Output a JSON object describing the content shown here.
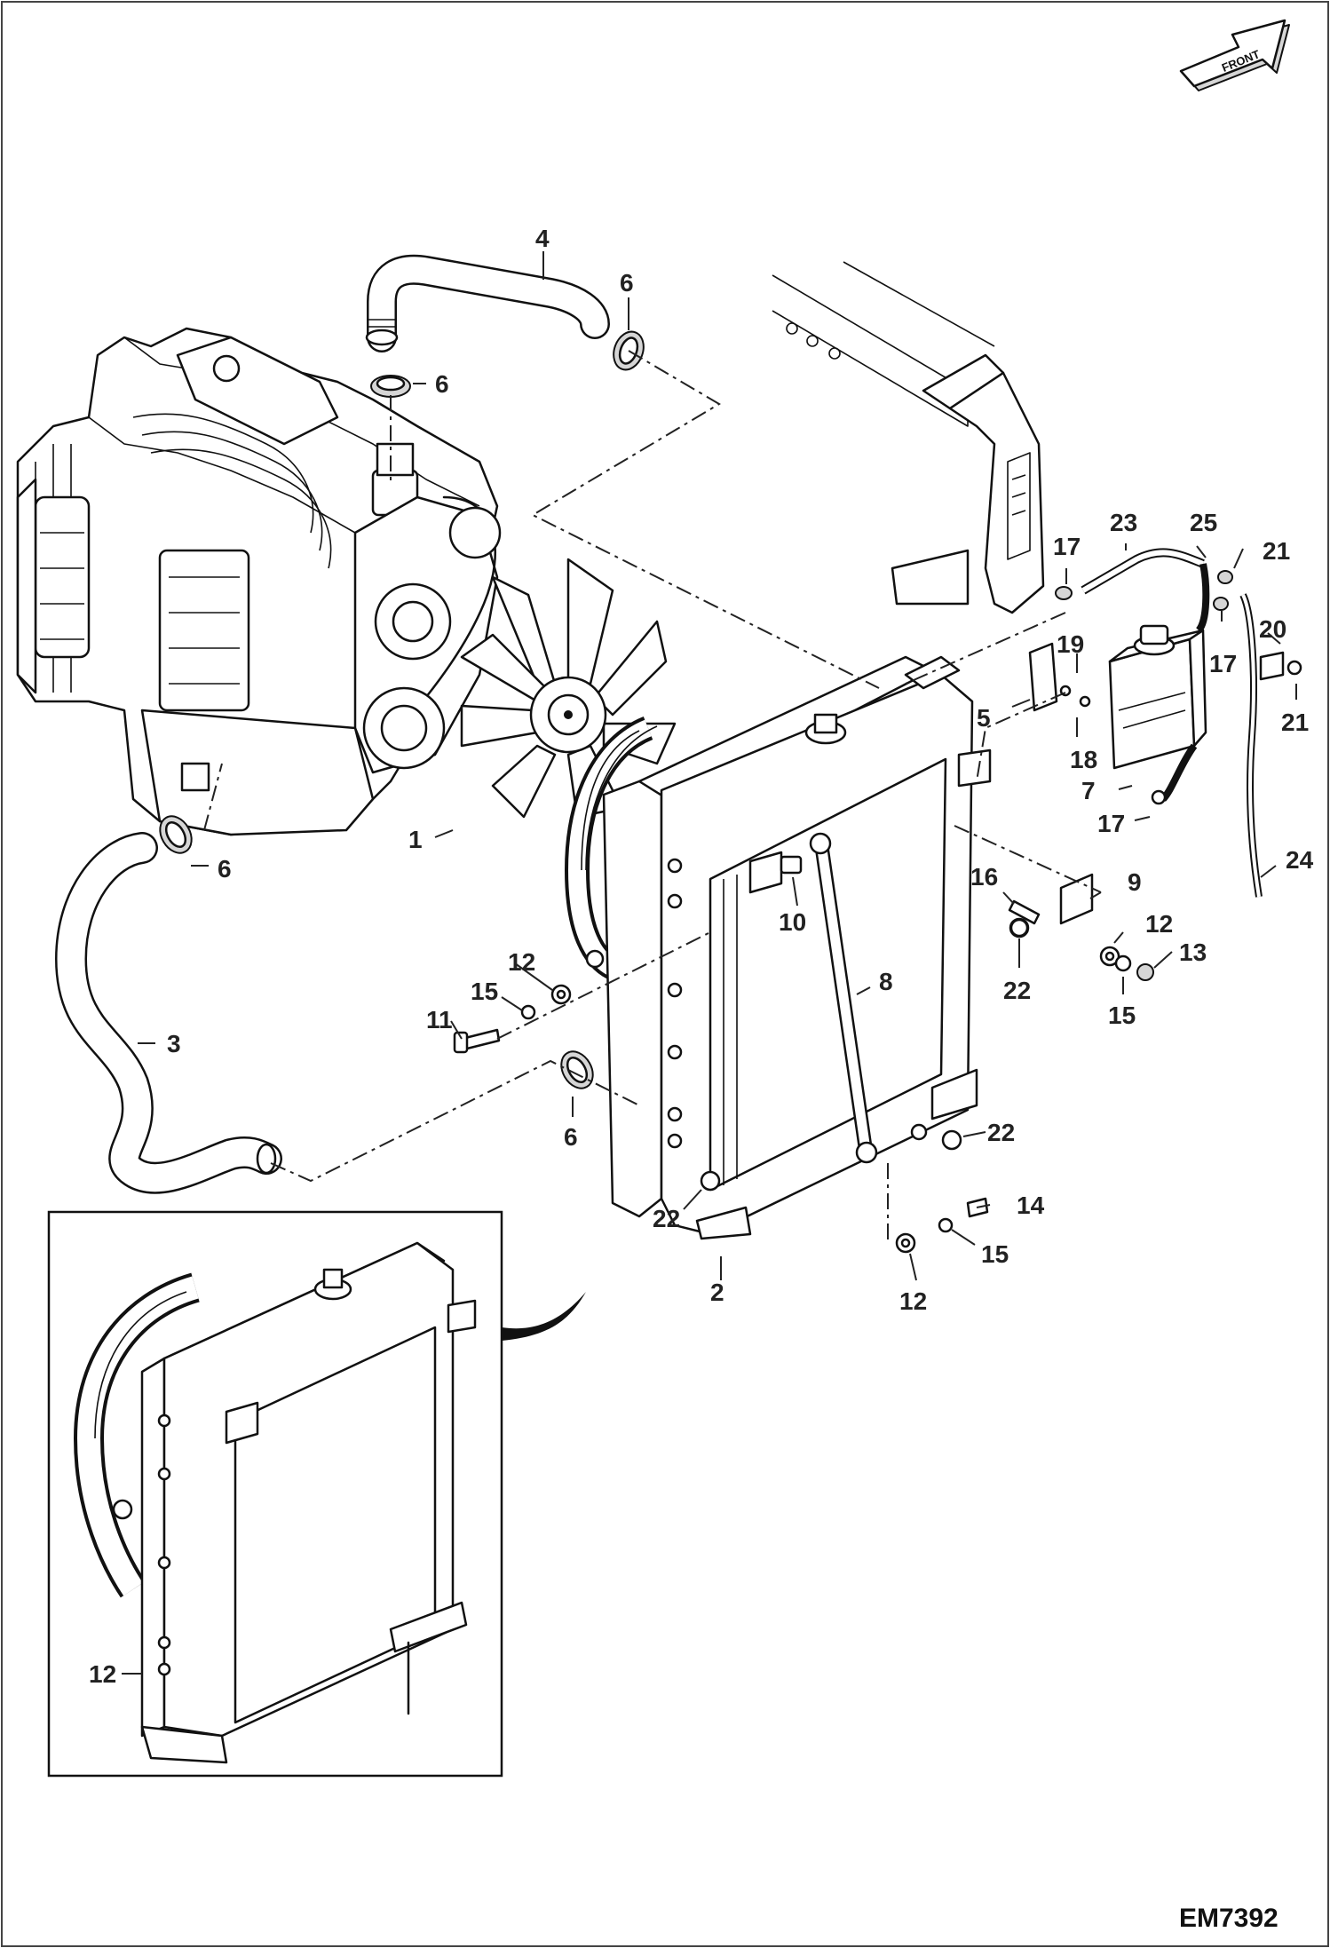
{
  "figure": {
    "code": "EM7392",
    "front_label": "FRONT"
  },
  "callouts": [
    "1",
    "2",
    "3",
    "4",
    "5",
    "6",
    "7",
    "8",
    "9",
    "10",
    "11",
    "12",
    "13",
    "14",
    "15",
    "16",
    "17",
    "18",
    "19",
    "20",
    "21",
    "22",
    "23",
    "24",
    "25"
  ],
  "labels": {
    "c1": "1",
    "c2": "2",
    "c3": "3",
    "c4": "4",
    "c5": "5",
    "c6a": "6",
    "c6b": "6",
    "c6c": "6",
    "c6d": "6",
    "c7": "7",
    "c8": "8",
    "c9": "9",
    "c10": "10",
    "c11": "11",
    "c12a": "12",
    "c12b": "12",
    "c12c": "12",
    "c12d": "12",
    "c13": "13",
    "c14": "14",
    "c15a": "15",
    "c15b": "15",
    "c15c": "15",
    "c16": "16",
    "c17a": "17",
    "c17b": "17",
    "c17c": "17",
    "c18": "18",
    "c19": "19",
    "c20": "20",
    "c21a": "21",
    "c21b": "21",
    "c22a": "22",
    "c22b": "22",
    "c22c": "22",
    "c23": "23",
    "c24": "24",
    "c25": "25"
  }
}
